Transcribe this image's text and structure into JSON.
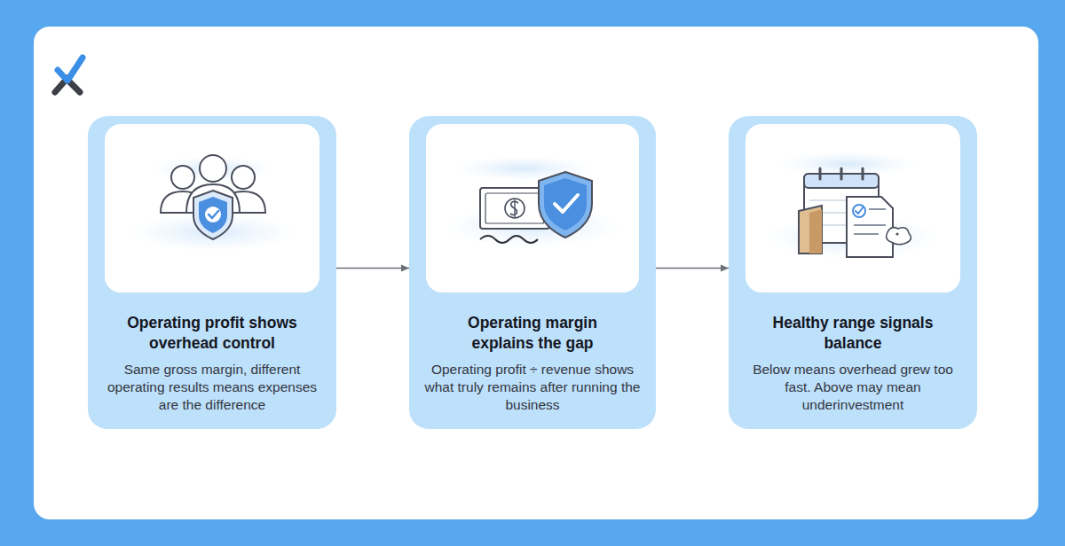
{
  "diagram": {
    "nodes": [
      {
        "text": [
          "Operating profit shows overhead control",
          "Same gross margin, different operating results means expenses are the difference"
        ]
      },
      {
        "text": [
          "Operating margin explains the gap",
          "Operating profit ÷ revenue shows what truly remains after running the business"
        ]
      },
      {
        "text": [
          "Healthy range signals balance",
          "Below means overhead grew too fast. Above may mean underinvestment"
        ]
      }
    ],
    "edges": [
      {
        "from": 0,
        "to": 1,
        "arrow": "to"
      },
      {
        "from": 1,
        "to": 2,
        "arrow": "to"
      }
    ]
  }
}
